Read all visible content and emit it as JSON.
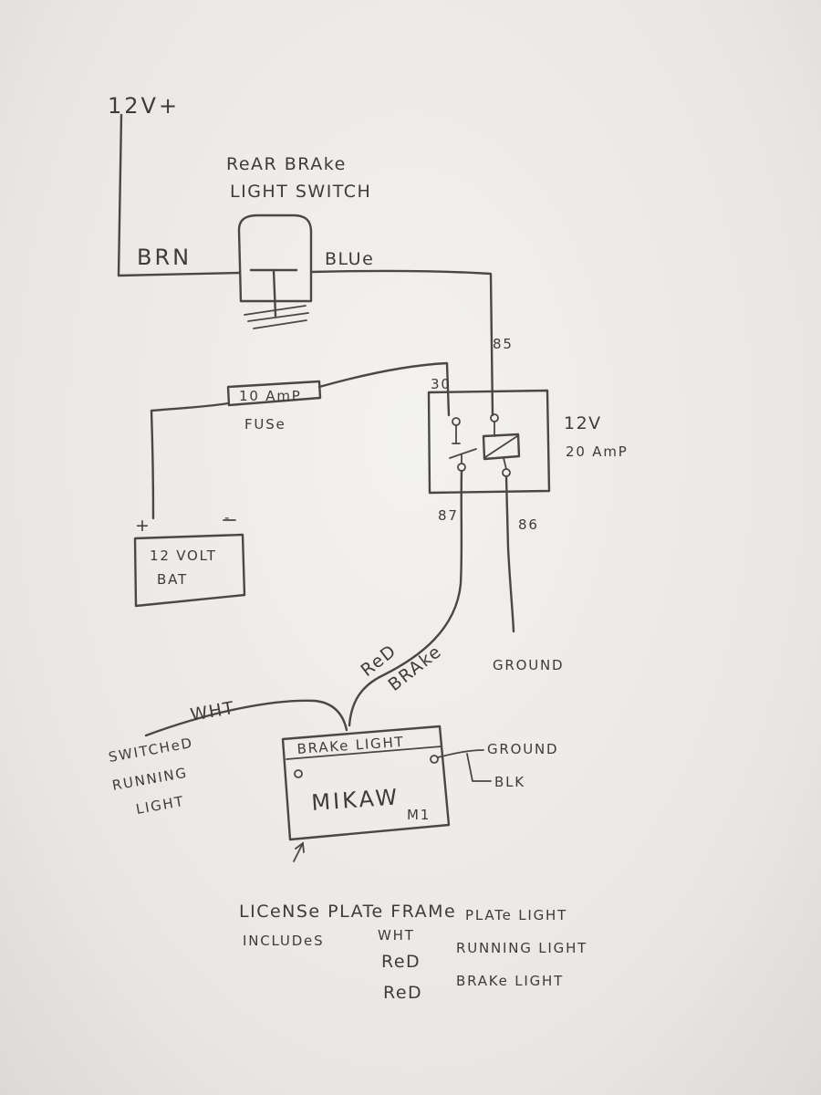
{
  "labels": {
    "v12_plus": "12V+",
    "switch_line1": "ReAR BRAke",
    "switch_line2": "LIGHT SWITCH",
    "brn": "BRN",
    "blue": "BLUe",
    "pin85": "85",
    "fuse_value": "10 AmP",
    "fuse": "FUSe",
    "pin30": "30",
    "relay_line1": "12V",
    "relay_line2": "20 AmP",
    "pin87": "87",
    "pin86": "86",
    "bat_plus": "+",
    "bat_minus": "-",
    "bat_line1": "12 VOLT",
    "bat_line2": "BAT",
    "ground_relay": "GROUND",
    "red": "ReD",
    "brake": "BRAke",
    "wht": "WHT",
    "switched1": "SWITCHeD",
    "switched2": "RUNNING",
    "switched3": "LIGHT",
    "brake_light": "BRAKe LIGHT",
    "mikaw": "MIKAW",
    "m1": "M1",
    "ground_light": "GROUND",
    "blk": "BLK",
    "note1": "LICeNSe  PLATe  FRAMe",
    "note2_a": "INCLUDeS",
    "note2_b": "WHT",
    "note2_c": "PLATe  LIGHT",
    "note3_a": "ReD",
    "note3_b": "RUNNING  LIGHT",
    "note4_a": "ReD",
    "note4_b": "BRAKe  LIGHT"
  }
}
